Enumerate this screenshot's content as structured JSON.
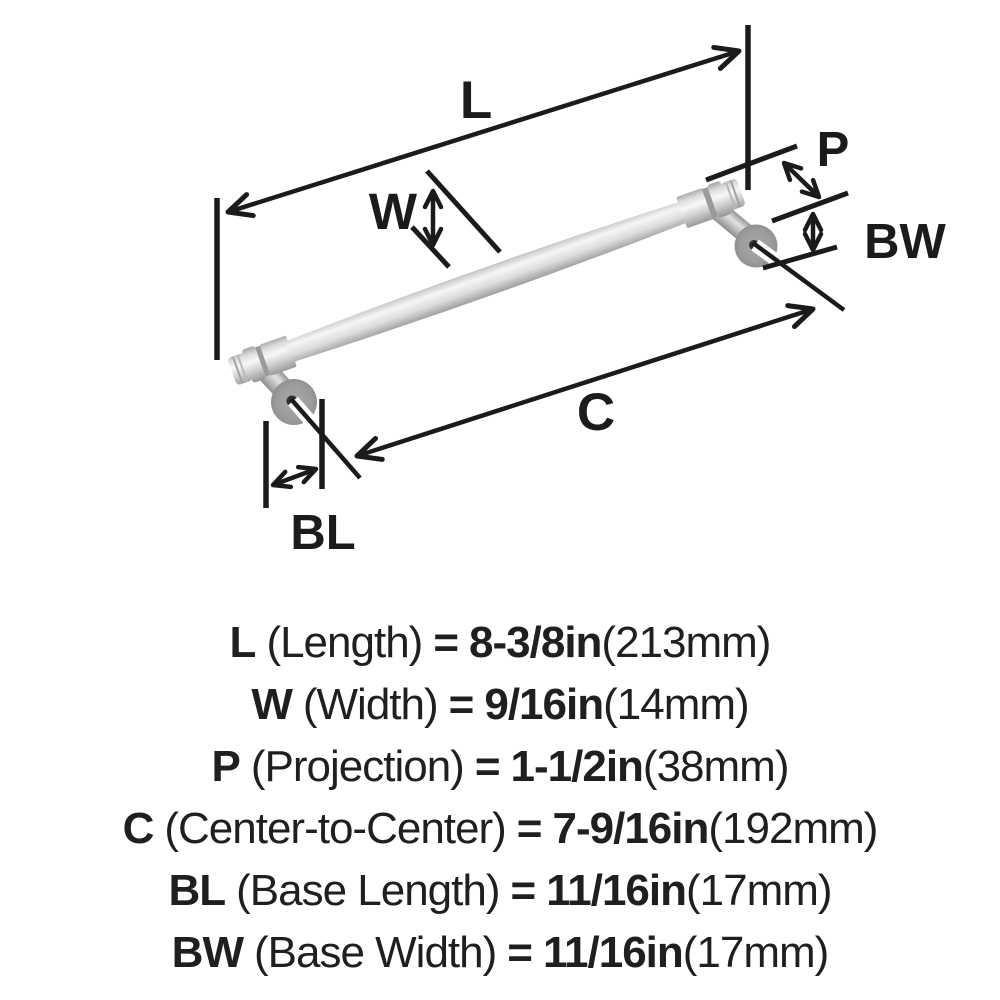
{
  "diagram": {
    "labels": {
      "length": "L",
      "width": "W",
      "projection": "P",
      "base_width": "BW",
      "center_to_center": "C",
      "base_length": "BL"
    },
    "colors": {
      "line": "#1b1b1b",
      "metal_highlight": "#f6f6f6",
      "metal_mid": "#cfcfcf",
      "metal_shadow": "#878787",
      "base_disc": "#9c9c9c",
      "screw_hole": "#2f2f2f",
      "background": "#ffffff"
    }
  },
  "legend": {
    "rows": [
      {
        "label": "L",
        "name": "(Length)",
        "eq": "=",
        "value": "8-3/8in",
        "metric": "(213mm)"
      },
      {
        "label": "W",
        "name": "(Width)",
        "eq": "=",
        "value": "9/16in",
        "metric": "(14mm)"
      },
      {
        "label": "P",
        "name": "(Projection)",
        "eq": "=",
        "value": "1-1/2in",
        "metric": "(38mm)"
      },
      {
        "label": "C",
        "name": "(Center-to-Center)",
        "eq": "=",
        "value": "7-9/16in",
        "metric": "(192mm)"
      },
      {
        "label": "BL",
        "name": "(Base Length)",
        "eq": "=",
        "value": "11/16in",
        "metric": "(17mm)"
      },
      {
        "label": "BW",
        "name": "(Base Width)",
        "eq": "=",
        "value": "11/16in",
        "metric": "(17mm)"
      }
    ]
  }
}
